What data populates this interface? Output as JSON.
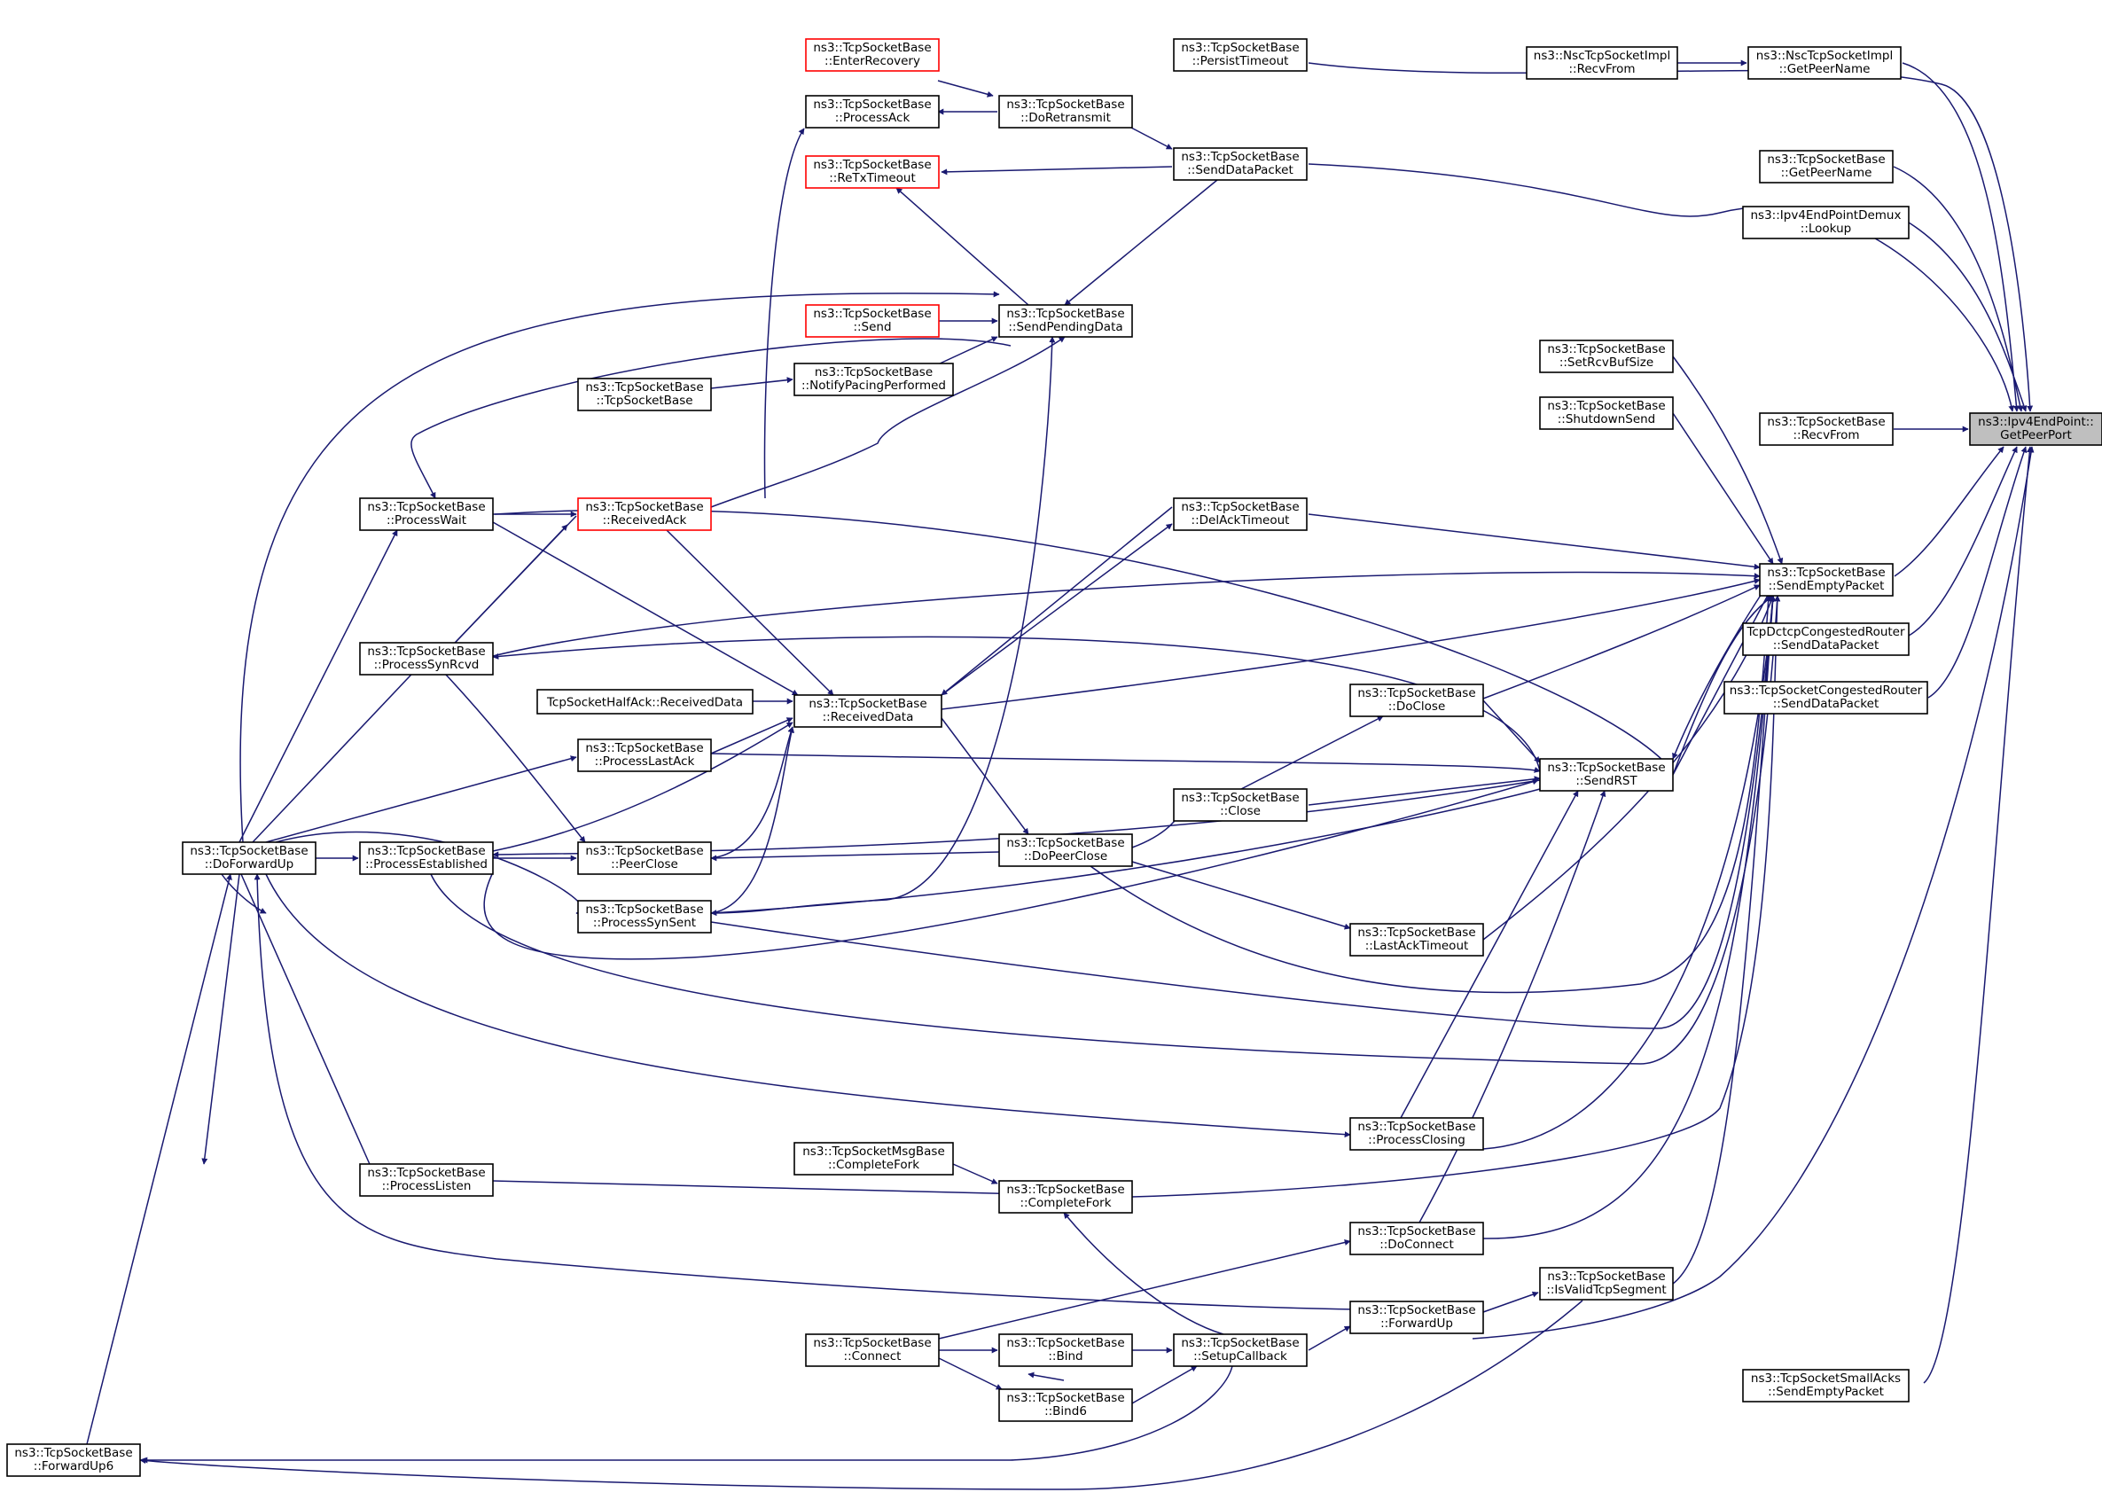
{
  "diagram": {
    "title": "",
    "edge_color": "#191970",
    "highlight_border_color": "#ff0000",
    "root_fill": "#bfbfbf",
    "nodes": [
      {
        "id": "root",
        "lines": [
          "ns3::Ipv4EndPoint::",
          "GetPeerPort"
        ],
        "style": "root"
      },
      {
        "id": "persist",
        "lines": [
          "ns3::TcpSocketBase",
          "::PersistTimeout"
        ],
        "style": "normal"
      },
      {
        "id": "nscRecv",
        "lines": [
          "ns3::NscTcpSocketImpl",
          "::RecvFrom"
        ],
        "style": "normal"
      },
      {
        "id": "nscPeer",
        "lines": [
          "ns3::NscTcpSocketImpl",
          "::GetPeerName"
        ],
        "style": "normal"
      },
      {
        "id": "enterRec",
        "lines": [
          "ns3::TcpSocketBase",
          "::EnterRecovery"
        ],
        "style": "red"
      },
      {
        "id": "processAck",
        "lines": [
          "ns3::TcpSocketBase",
          "::ProcessAck"
        ],
        "style": "normal"
      },
      {
        "id": "doRetrans",
        "lines": [
          "ns3::TcpSocketBase",
          "::DoRetransmit"
        ],
        "style": "normal"
      },
      {
        "id": "sendDataPkt",
        "lines": [
          "ns3::TcpSocketBase",
          "::SendDataPacket"
        ],
        "style": "normal"
      },
      {
        "id": "retx",
        "lines": [
          "ns3::TcpSocketBase",
          "::ReTxTimeout"
        ],
        "style": "red"
      },
      {
        "id": "getPeerName",
        "lines": [
          "ns3::TcpSocketBase",
          "::GetPeerName"
        ],
        "style": "normal"
      },
      {
        "id": "lookup",
        "lines": [
          "ns3::Ipv4EndPointDemux",
          "::Lookup"
        ],
        "style": "normal"
      },
      {
        "id": "send",
        "lines": [
          "ns3::TcpSocketBase",
          "::Send"
        ],
        "style": "red"
      },
      {
        "id": "sendPending",
        "lines": [
          "ns3::TcpSocketBase",
          "::SendPendingData"
        ],
        "style": "normal"
      },
      {
        "id": "notifyPacing",
        "lines": [
          "ns3::TcpSocketBase",
          "::NotifyPacingPerformed"
        ],
        "style": "normal"
      },
      {
        "id": "tsb",
        "lines": [
          "ns3::TcpSocketBase",
          "::TcpSocketBase"
        ],
        "style": "normal"
      },
      {
        "id": "setRcvBuf",
        "lines": [
          "ns3::TcpSocketBase",
          "::SetRcvBufSize"
        ],
        "style": "normal"
      },
      {
        "id": "shutdownSend",
        "lines": [
          "ns3::TcpSocketBase",
          "::ShutdownSend"
        ],
        "style": "normal"
      },
      {
        "id": "recvFrom",
        "lines": [
          "ns3::TcpSocketBase",
          "::RecvFrom"
        ],
        "style": "normal"
      },
      {
        "id": "processWait",
        "lines": [
          "ns3::TcpSocketBase",
          "::ProcessWait"
        ],
        "style": "normal"
      },
      {
        "id": "receivedAck",
        "lines": [
          "ns3::TcpSocketBase",
          "::ReceivedAck"
        ],
        "style": "red"
      },
      {
        "id": "delAck",
        "lines": [
          "ns3::TcpSocketBase",
          "::DelAckTimeout"
        ],
        "style": "normal"
      },
      {
        "id": "sendEmpty",
        "lines": [
          "ns3::TcpSocketBase",
          "::SendEmptyPacket"
        ],
        "style": "normal"
      },
      {
        "id": "dctcp",
        "lines": [
          "TcpDctcpCongestedRouter",
          "::SendDataPacket"
        ],
        "style": "normal"
      },
      {
        "id": "synRcvd",
        "lines": [
          "ns3::TcpSocketBase",
          "::ProcessSynRcvd"
        ],
        "style": "normal"
      },
      {
        "id": "congRouter",
        "lines": [
          "ns3::TcpSocketCongestedRouter",
          "::SendDataPacket"
        ],
        "style": "normal"
      },
      {
        "id": "halfAck",
        "lines": [
          "TcpSocketHalfAck::ReceivedData"
        ],
        "style": "normal"
      },
      {
        "id": "receivedData",
        "lines": [
          "ns3::TcpSocketBase",
          "::ReceivedData"
        ],
        "style": "normal"
      },
      {
        "id": "doClose",
        "lines": [
          "ns3::TcpSocketBase",
          "::DoClose"
        ],
        "style": "normal"
      },
      {
        "id": "lastAck",
        "lines": [
          "ns3::TcpSocketBase",
          "::ProcessLastAck"
        ],
        "style": "normal"
      },
      {
        "id": "sendRST",
        "lines": [
          "ns3::TcpSocketBase",
          "::SendRST"
        ],
        "style": "normal"
      },
      {
        "id": "close",
        "lines": [
          "ns3::TcpSocketBase",
          "::Close"
        ],
        "style": "normal"
      },
      {
        "id": "doForwardUp",
        "lines": [
          "ns3::TcpSocketBase",
          "::DoForwardUp"
        ],
        "style": "normal"
      },
      {
        "id": "established",
        "lines": [
          "ns3::TcpSocketBase",
          "::ProcessEstablished"
        ],
        "style": "normal"
      },
      {
        "id": "peerClose",
        "lines": [
          "ns3::TcpSocketBase",
          "::PeerClose"
        ],
        "style": "normal"
      },
      {
        "id": "doPeerClose",
        "lines": [
          "ns3::TcpSocketBase",
          "::DoPeerClose"
        ],
        "style": "normal"
      },
      {
        "id": "synSent",
        "lines": [
          "ns3::TcpSocketBase",
          "::ProcessSynSent"
        ],
        "style": "normal"
      },
      {
        "id": "lastAckTimeout",
        "lines": [
          "ns3::TcpSocketBase",
          "::LastAckTimeout"
        ],
        "style": "normal"
      },
      {
        "id": "closing",
        "lines": [
          "ns3::TcpSocketBase",
          "::ProcessClosing"
        ],
        "style": "normal"
      },
      {
        "id": "msgBase",
        "lines": [
          "ns3::TcpSocketMsgBase",
          "::CompleteFork"
        ],
        "style": "normal"
      },
      {
        "id": "listen",
        "lines": [
          "ns3::TcpSocketBase",
          "::ProcessListen"
        ],
        "style": "normal"
      },
      {
        "id": "completeFork",
        "lines": [
          "ns3::TcpSocketBase",
          "::CompleteFork"
        ],
        "style": "normal"
      },
      {
        "id": "doConnect",
        "lines": [
          "ns3::TcpSocketBase",
          "::DoConnect"
        ],
        "style": "normal"
      },
      {
        "id": "isValid",
        "lines": [
          "ns3::TcpSocketBase",
          "::IsValidTcpSegment"
        ],
        "style": "normal"
      },
      {
        "id": "forwardUp",
        "lines": [
          "ns3::TcpSocketBase",
          "::ForwardUp"
        ],
        "style": "normal"
      },
      {
        "id": "connect",
        "lines": [
          "ns3::TcpSocketBase",
          "::Connect"
        ],
        "style": "normal"
      },
      {
        "id": "bind",
        "lines": [
          "ns3::TcpSocketBase",
          "::Bind"
        ],
        "style": "normal"
      },
      {
        "id": "setupCb",
        "lines": [
          "ns3::TcpSocketBase",
          "::SetupCallback"
        ],
        "style": "normal"
      },
      {
        "id": "bind6",
        "lines": [
          "ns3::TcpSocketBase",
          "::Bind6"
        ],
        "style": "normal"
      },
      {
        "id": "smallAcks",
        "lines": [
          "ns3::TcpSocketSmallAcks",
          "::SendEmptyPacket"
        ],
        "style": "normal"
      },
      {
        "id": "forwardUp6",
        "lines": [
          "ns3::TcpSocketBase",
          "::ForwardUp6"
        ],
        "style": "normal"
      }
    ]
  }
}
